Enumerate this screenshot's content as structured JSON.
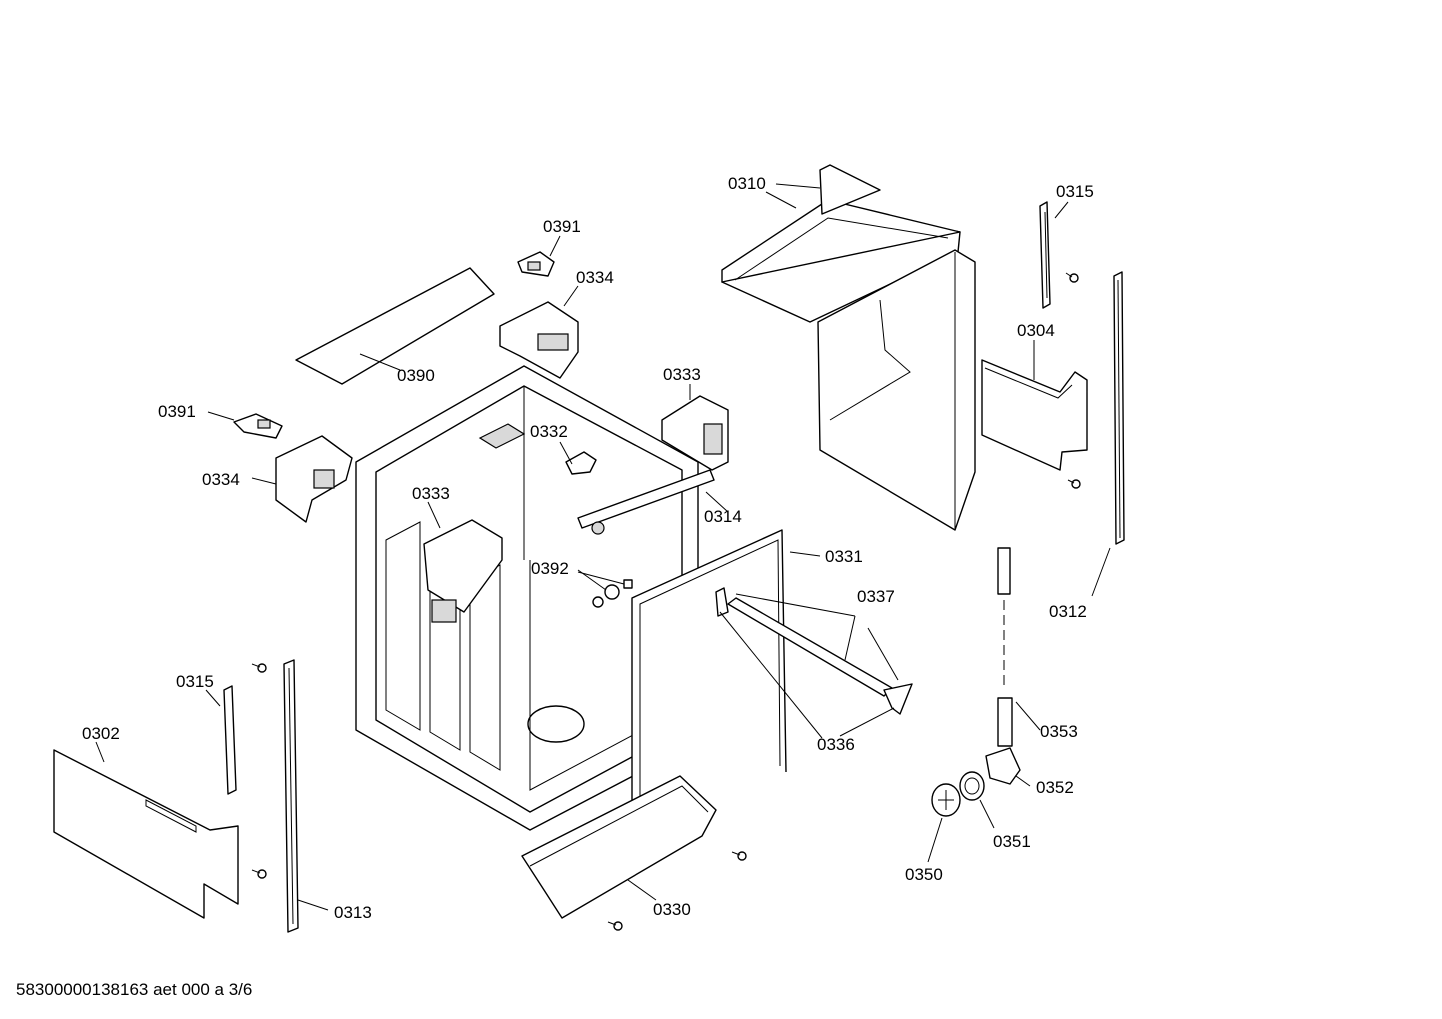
{
  "diagram": {
    "parts": [
      {
        "id": "p0310",
        "label": "0310"
      },
      {
        "id": "p0315a",
        "label": "0315"
      },
      {
        "id": "p0391a",
        "label": "0391"
      },
      {
        "id": "p0334a",
        "label": "0334"
      },
      {
        "id": "p0304",
        "label": "0304"
      },
      {
        "id": "p0390",
        "label": "0390"
      },
      {
        "id": "p0333a",
        "label": "0333"
      },
      {
        "id": "p0391b",
        "label": "0391"
      },
      {
        "id": "p0332",
        "label": "0332"
      },
      {
        "id": "p0334b",
        "label": "0334"
      },
      {
        "id": "p0333b",
        "label": "0333"
      },
      {
        "id": "p0314",
        "label": "0314"
      },
      {
        "id": "p0331",
        "label": "0331"
      },
      {
        "id": "p0392",
        "label": "0392"
      },
      {
        "id": "p0337",
        "label": "0337"
      },
      {
        "id": "p0312",
        "label": "0312"
      },
      {
        "id": "p0315b",
        "label": "0315"
      },
      {
        "id": "p0353",
        "label": "0353"
      },
      {
        "id": "p0302",
        "label": "0302"
      },
      {
        "id": "p0336",
        "label": "0336"
      },
      {
        "id": "p0352",
        "label": "0352"
      },
      {
        "id": "p0351",
        "label": "0351"
      },
      {
        "id": "p0350",
        "label": "0350"
      },
      {
        "id": "p0313",
        "label": "0313"
      },
      {
        "id": "p0330",
        "label": "0330"
      }
    ]
  },
  "footer": {
    "text": "58300000138163 aet 000 a 3/6"
  }
}
